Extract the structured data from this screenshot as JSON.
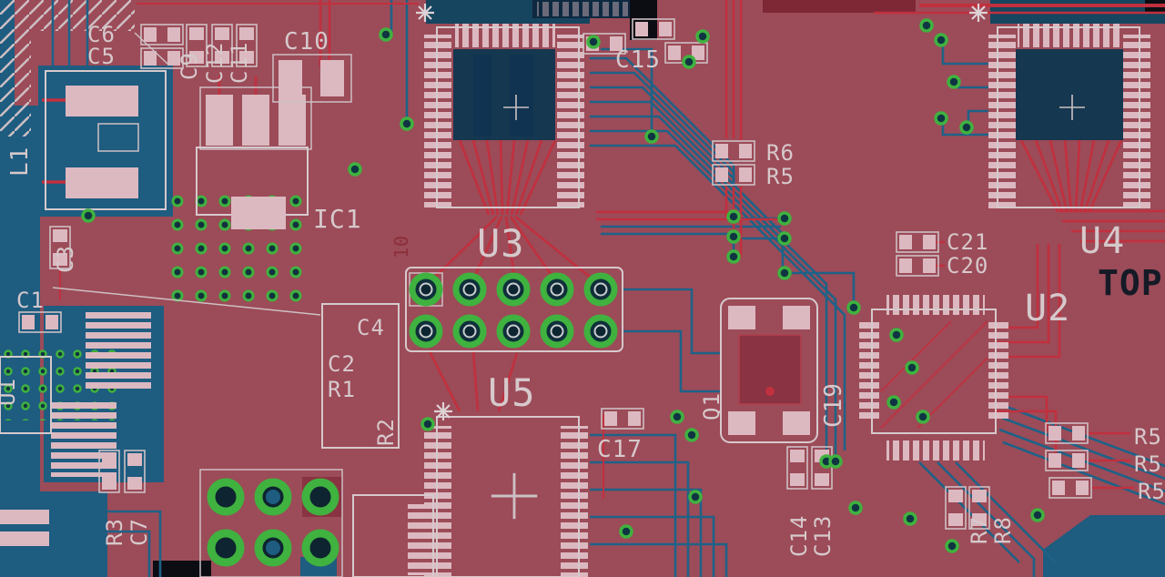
{
  "view": {
    "board_side_text": "TOP"
  },
  "colors": {
    "board_red": "#9c4b58",
    "copper_bottom_blue": "#1e5c80",
    "copper_top_red": "#c1303e",
    "silkscreen": "#d6c9cc",
    "via_green": "#3fb23f",
    "pad_pink": "#dcb9c1",
    "dark_navy": "#0e2a3e",
    "black": "#0b0d13"
  },
  "symbols": {
    "fiducial_star": "✳",
    "origin_cross": "+"
  },
  "labels": {
    "c6": "C6",
    "c5": "C5",
    "c9": "C9",
    "c12": "C12",
    "c11": "C11",
    "c10": "C10",
    "l1": "L1",
    "c3": "C3",
    "c1": "C1",
    "ic1": "IC1",
    "u3": "U3",
    "c15": "C15",
    "r6": "R6",
    "r5": "R5",
    "c21": "C21",
    "c20": "C20",
    "u4": "U4",
    "top": "TOP",
    "u2": "U2",
    "c4": "C4",
    "c2": "C2",
    "r1": "R1",
    "r2": "R2",
    "u5": "U5",
    "c17": "C17",
    "q1": "Q1",
    "c19": "C19",
    "c14": "C14",
    "c13": "C13",
    "r7": "R7",
    "r8": "R8",
    "r3": "R3",
    "c7": "C7",
    "u1": "U1",
    "r5a": "R5",
    "r5b": "R5",
    "r5c": "R5",
    "net10": "10"
  }
}
